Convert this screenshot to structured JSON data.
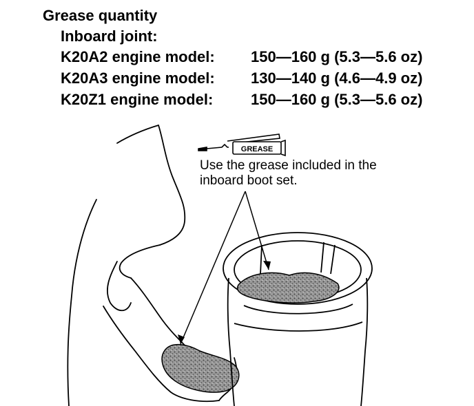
{
  "spec": {
    "title": "Grease quantity",
    "subtitle": "Inboard joint:",
    "rows": [
      {
        "model": "K20A2 engine model:",
        "quantity": "150—160 g (5.3—5.6 oz)"
      },
      {
        "model": "K20A3 engine model:",
        "quantity": "130—140 g (4.6—4.9 oz)"
      },
      {
        "model": "K20Z1 engine model:",
        "quantity": "150—160 g (5.3—5.6 oz)"
      }
    ]
  },
  "grease_label": "GREASE",
  "note": {
    "line1": "Use the grease included in the",
    "line2": "inboard boot set."
  },
  "colors": {
    "ink": "#000000",
    "grease_fill": "#8a8a8a",
    "grease_dark": "#5a5a5a"
  }
}
